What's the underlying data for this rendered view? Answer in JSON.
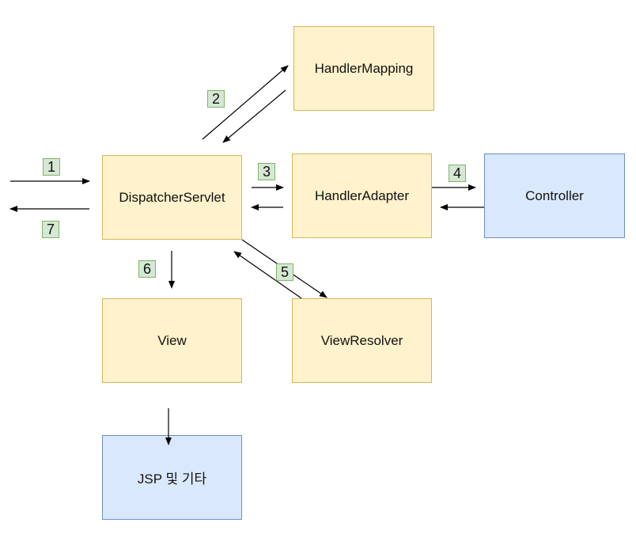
{
  "nodes": {
    "dispatcher_servlet": "DispatcherServlet",
    "handler_mapping": "HandlerMapping",
    "handler_adapter": "HandlerAdapter",
    "controller": "Controller",
    "view": "View",
    "view_resolver": "ViewResolver",
    "jsp": "JSP 및 기타"
  },
  "steps": [
    "1",
    "2",
    "3",
    "4",
    "5",
    "6",
    "7"
  ],
  "colors": {
    "yellow_fill": "#fff2cc",
    "yellow_stroke": "#d6b656",
    "blue_fill": "#dae8fc",
    "blue_stroke": "#6c8ebf",
    "step_fill": "#d5e8d4",
    "step_stroke": "#82b366",
    "arrow": "#000000"
  }
}
